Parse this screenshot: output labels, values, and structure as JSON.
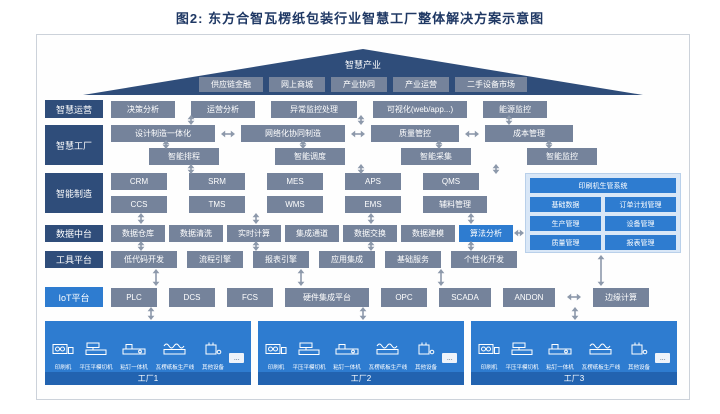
{
  "figure_title": "图2: 东方合智瓦楞纸包装行业智慧工厂整体解决方案示意图",
  "roof": {
    "label": "智慧产业",
    "items": [
      "供应链金融",
      "网上商城",
      "产业协同",
      "产业运营",
      "二手设备市场"
    ]
  },
  "layers": {
    "operation": {
      "label": "智慧运营",
      "items": [
        "决策分析",
        "运营分析",
        "异常监控处理",
        "可视化(web/app...)",
        "能源监控"
      ]
    },
    "factory": {
      "label": "智慧工厂",
      "row_a": [
        "设计制造一体化",
        "网络化协同制造",
        "质量管控",
        "成本管理"
      ],
      "row_b": [
        "智能排程",
        "智能调度",
        "智能采集",
        "智能监控"
      ]
    },
    "manufacturing": {
      "label": "智能制造",
      "row_a": [
        "CRM",
        "SRM",
        "MES",
        "APS",
        "QMS"
      ],
      "row_b": [
        "CCS",
        "TMS",
        "WMS",
        "EMS",
        "辅料管理"
      ]
    },
    "data_mid": {
      "label": "数据中台",
      "items": [
        "数据仓库",
        "数据清洗",
        "实时计算",
        "集成通道",
        "数据交换",
        "数据建模",
        "算法分析"
      ]
    },
    "tools": {
      "label": "工具平台",
      "items": [
        "低代码开发",
        "流程引擎",
        "报表引擎",
        "应用集成",
        "基础服务",
        "个性化开发"
      ]
    },
    "iot": {
      "label": "IoT平台",
      "items": [
        "PLC",
        "DCS",
        "FCS",
        "硬件集成平台",
        "OPC",
        "SCADA",
        "ANDON",
        "边缘计算"
      ]
    }
  },
  "side_panel": {
    "title": "印刷机生管系统",
    "items": [
      "基础数据",
      "订单计划管理",
      "生产管理",
      "设备管理",
      "质量管理",
      "报表管理"
    ]
  },
  "factories": [
    {
      "name": "工厂1",
      "machines": [
        "印刷机",
        "平压平模切机",
        "粘钉一体机",
        "瓦楞纸板生产线",
        "其他设备"
      ],
      "more": "..."
    },
    {
      "name": "工厂2",
      "machines": [
        "印刷机",
        "平压平模切机",
        "粘钉一体机",
        "瓦楞纸板生产线",
        "其他设备"
      ],
      "more": "..."
    },
    {
      "name": "工厂3",
      "machines": [
        "印刷机",
        "平压平模切机",
        "粘钉一体机",
        "瓦楞纸板生产线",
        "其他设备"
      ],
      "more": "..."
    }
  ],
  "colors": {
    "navy": "#2f4d7a",
    "slate": "#75839b",
    "blue": "#2e7cd0",
    "panel_bg": "#d9e7f7",
    "factory_footer": "#2263b0",
    "arrow": "#8d99ab"
  }
}
